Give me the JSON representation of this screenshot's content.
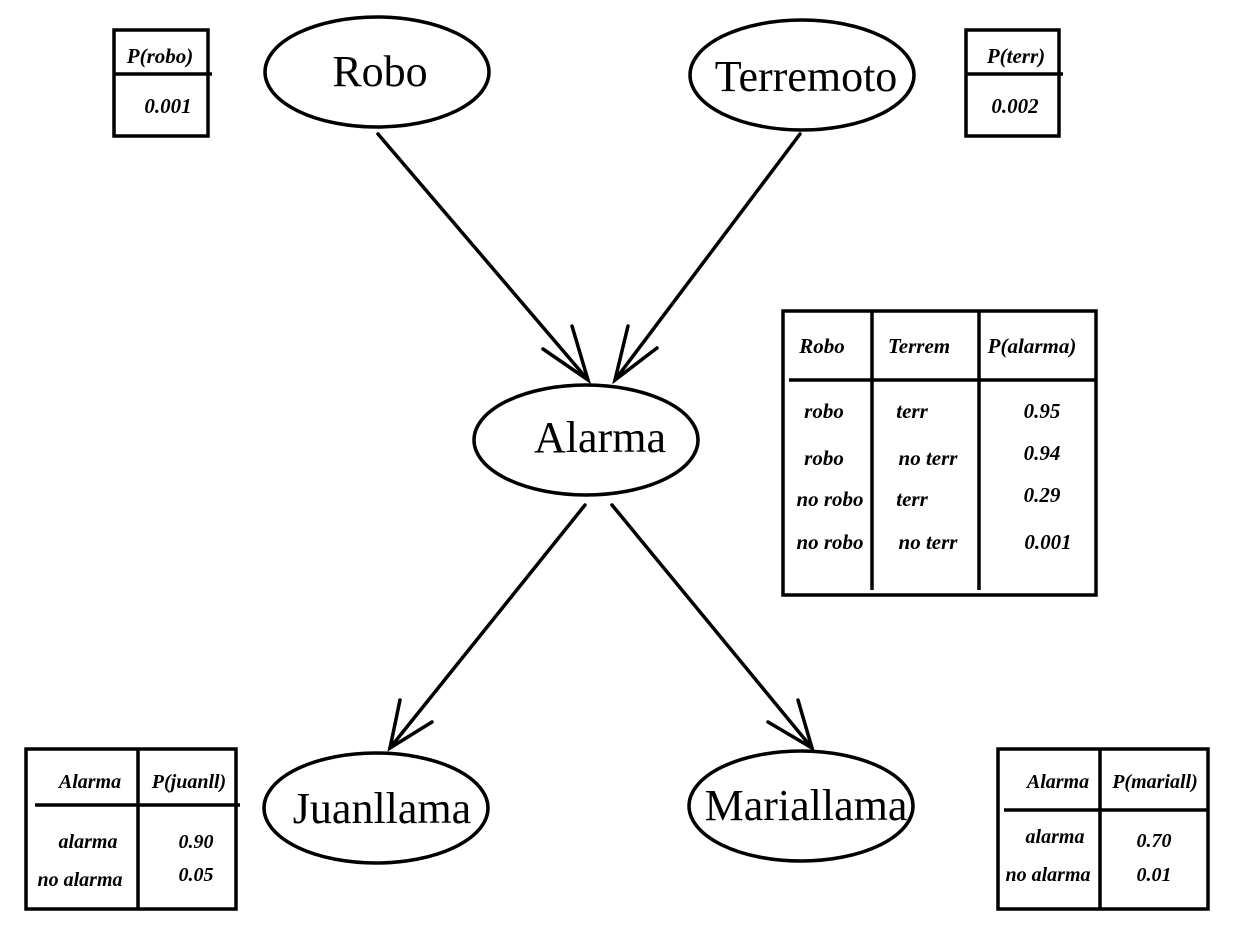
{
  "nodes": {
    "robo": "Robo",
    "terremoto": "Terremoto",
    "alarma": "Alarma",
    "juanllama": "Juanllama",
    "mariallama": "Mariallama"
  },
  "cpt_robo": {
    "header": "P(robo)",
    "value": "0.001"
  },
  "cpt_terr": {
    "header": "P(terr)",
    "value": "0.002"
  },
  "cpt_alarma": {
    "headers": [
      "Robo",
      "Terrem",
      "P(alarma)"
    ],
    "rows": [
      [
        "robo",
        "terr",
        "0.95"
      ],
      [
        "robo",
        "no terr",
        "0.94"
      ],
      [
        "no robo",
        "terr",
        "0.29"
      ],
      [
        "no robo",
        "no terr",
        "0.001"
      ]
    ]
  },
  "cpt_juan": {
    "headers": [
      "Alarma",
      "P(juanll)"
    ],
    "rows": [
      [
        "alarma",
        "0.90"
      ],
      [
        "no alarma",
        "0.05"
      ]
    ]
  },
  "cpt_maria": {
    "headers": [
      "Alarma",
      "P(mariall)"
    ],
    "rows": [
      [
        "alarma",
        "0.70"
      ],
      [
        "no alarma",
        "0.01"
      ]
    ]
  }
}
